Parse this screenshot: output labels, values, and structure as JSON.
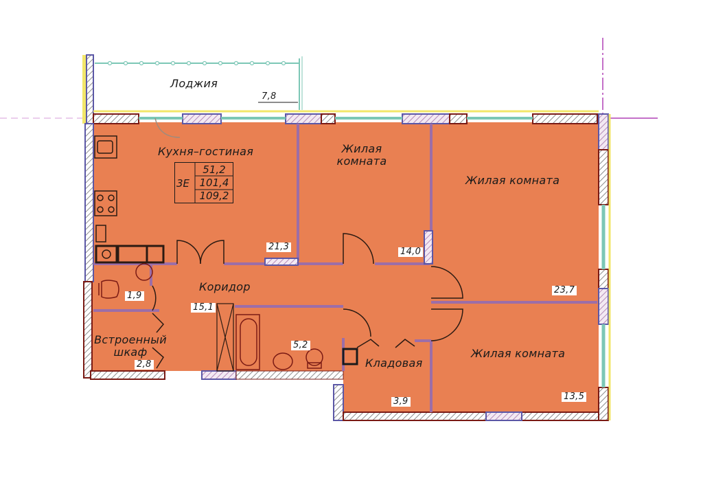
{
  "plan": {
    "apartment_type": "3Е",
    "summary": {
      "living_area": "51,2",
      "total_area_no_loggia": "101,4",
      "total_area": "109,2"
    },
    "colors": {
      "room_fill": "#E98052",
      "wall_outline": "#5B57A6",
      "wall_dark": "#7A1A14",
      "partition": "#9C6EA8",
      "glazing": "#7CC7B6",
      "facade_yellow": "#F2E66A",
      "axis_line": "#B040B5",
      "door_arc": "#2B1A12"
    },
    "rooms": [
      {
        "id": "loggia",
        "name": "Лоджия",
        "area": "7,8"
      },
      {
        "id": "kitchen-living",
        "name": "Кухня–гостиная",
        "area": "21,3"
      },
      {
        "id": "bedroom-1",
        "name_line1": "Жилая",
        "name_line2": "комната",
        "area": "14,0"
      },
      {
        "id": "bedroom-2",
        "name": "Жилая комната",
        "area": "23,7"
      },
      {
        "id": "wc",
        "area": "1,9"
      },
      {
        "id": "corridor",
        "name": "Коридор",
        "area": "15,1"
      },
      {
        "id": "wardrobe",
        "name_line1": "Встроенный",
        "name_line2": "шкаф",
        "area": "2,8"
      },
      {
        "id": "bathroom",
        "area": "5,2"
      },
      {
        "id": "storage",
        "name": "Кладовая",
        "area": "3,9"
      },
      {
        "id": "bedroom-3",
        "name": "Жилая комната",
        "area": "13,5"
      }
    ]
  }
}
